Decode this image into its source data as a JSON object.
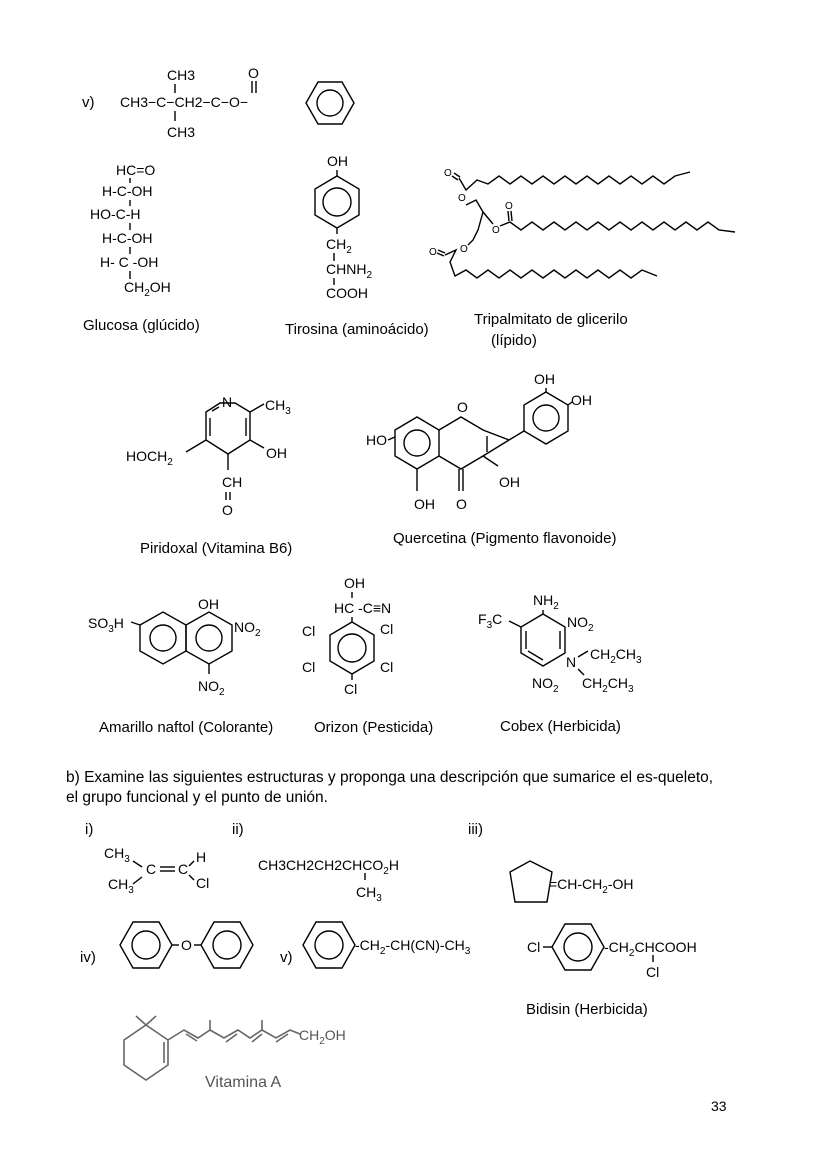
{
  "page_number": "33",
  "part_a": {
    "item_v_label": "v)",
    "item_v_formula": "CH3−C−CH2−C−O−",
    "item_v_ch3_top": "CH3",
    "item_v_ch3_bottom": "CH3",
    "item_v_o_carbonyl": "O",
    "compounds": [
      {
        "id": "glucosa",
        "caption": "Glucosa (glúcido)",
        "lines": [
          "HC=O",
          "H-C-OH",
          "HO-C-H",
          "H-C-OH",
          "H- C -OH",
          "CH2OH"
        ]
      },
      {
        "id": "tirosina",
        "caption": "Tirosina (aminoácido)",
        "lines": [
          "OH",
          "CH2",
          "CHNH2",
          "COOH"
        ]
      },
      {
        "id": "tripalmitato",
        "caption_line1": "Tripalmitato de glicerilo",
        "caption_line2": "(lípido)",
        "atoms": [
          "O",
          "O",
          "O",
          "O",
          "O",
          "O"
        ]
      },
      {
        "id": "piridoxal",
        "caption": "Piridoxal (Vitamina B6)",
        "labels": [
          "N",
          "CH3",
          "OH",
          "HOCH2",
          "CH",
          "O"
        ]
      },
      {
        "id": "quercetina",
        "caption": "Quercetina (Pigmento flavonoide)",
        "labels": [
          "OH",
          "OH",
          "HO",
          "O",
          "OH",
          "OH",
          "O"
        ]
      },
      {
        "id": "amarillo",
        "caption": "Amarillo naftol (Colorante)",
        "labels": [
          "SO3H",
          "OH",
          "NO2",
          "NO2"
        ]
      },
      {
        "id": "orizon",
        "caption": "Orizon (Pesticida)",
        "labels": [
          "OH",
          "HC -C≡N",
          "Cl",
          "Cl",
          "Cl",
          "Cl",
          "Cl"
        ]
      },
      {
        "id": "cobex",
        "caption": "Cobex (Herbicida)",
        "labels": [
          "NH2",
          "F3C",
          "NO2",
          "N",
          "CH2CH3",
          "NO2",
          "CH2CH3"
        ]
      }
    ]
  },
  "part_b": {
    "instruction": "b) Examine las siguientes estructuras y proponga una descripción que sumarice el es-queleto, el grupo funcional y el punto de unión.",
    "items": [
      {
        "label": "i)",
        "labels": [
          "CH3",
          "C = C",
          "H",
          "CH3",
          "Cl"
        ]
      },
      {
        "label": "ii)",
        "formula": "CH3CH2CH2CHCO2H",
        "sub": "CH3"
      },
      {
        "label": "iii)",
        "formula": "=CH-CH2-OH"
      },
      {
        "label": "iv)",
        "labels": [
          "O"
        ]
      },
      {
        "label": "v)",
        "formula": "-CH2-CH(CN)-CH3"
      },
      {
        "label": "",
        "formula_left": "Cl",
        "formula": "CH2CHCOOH",
        "sub": "Cl",
        "caption": "Bidisin (Herbicida)"
      },
      {
        "label": "",
        "formula": "CH2OH",
        "caption": "Vitamina A"
      }
    ]
  }
}
